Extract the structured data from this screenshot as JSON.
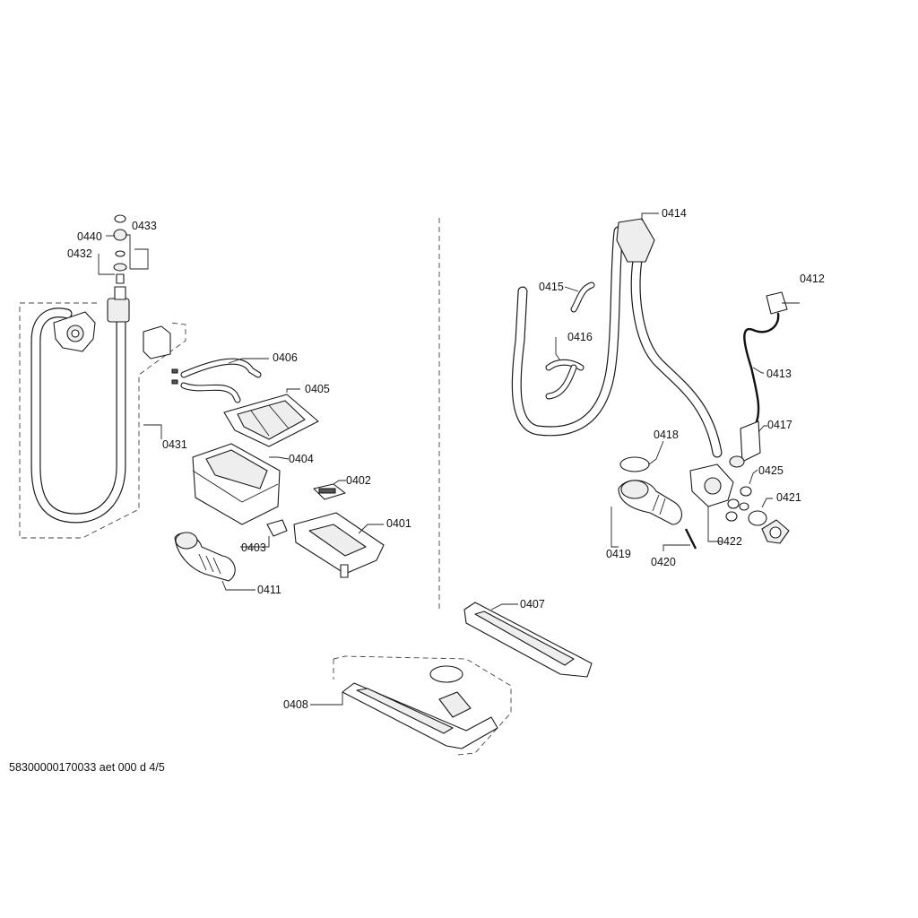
{
  "diagram": {
    "labels": {
      "p0440": "0440",
      "p0433": "0433",
      "p0432": "0432",
      "p0431": "0431",
      "p0406": "0406",
      "p0405": "0405",
      "p0404": "0404",
      "p0402": "0402",
      "p0401": "0401",
      "p0403": "0403",
      "p0411": "0411",
      "p0414": "0414",
      "p0415": "0415",
      "p0416": "0416",
      "p0412": "0412",
      "p0413": "0413",
      "p0417": "0417",
      "p0418": "0418",
      "p0425": "0425",
      "p0421": "0421",
      "p0419": "0419",
      "p0420": "0420",
      "p0422": "0422",
      "p0407": "0407",
      "p0408": "0408"
    },
    "reference": "58300000170033 aet 000 d 4/5"
  }
}
